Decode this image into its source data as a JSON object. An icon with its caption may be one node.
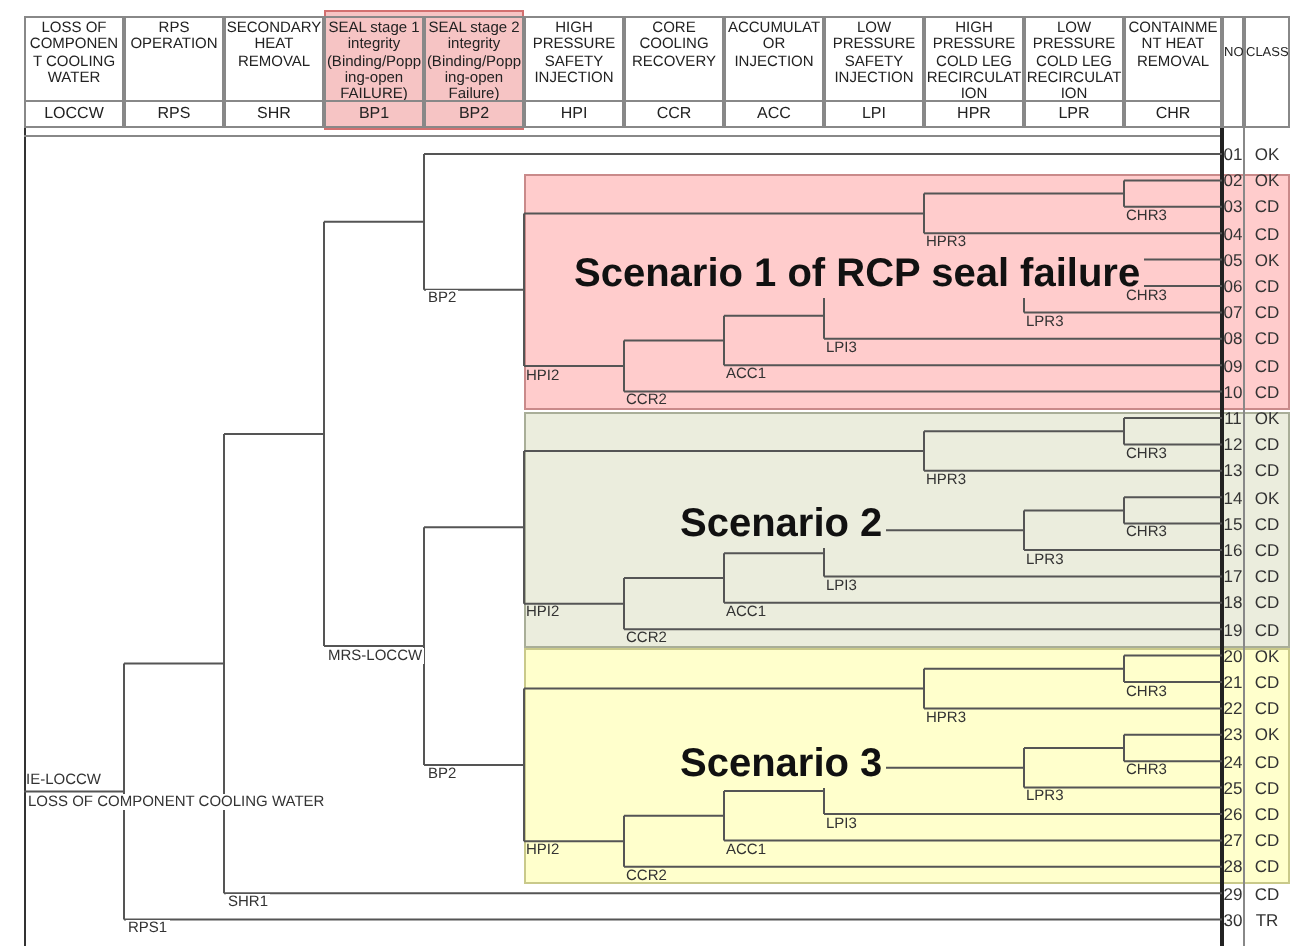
{
  "diagram": {
    "nodes": [
      {
        "text": [
          "Scenario 1 of RCP seal failure"
        ]
      },
      {
        "text": [
          "Scenario 2"
        ]
      },
      {
        "text": [
          "Scenario 3"
        ]
      }
    ],
    "labels": [
      "LOSS OF COMPONENT COOLING WATER",
      "RPS OPERATION",
      "SECONDARY HEAT REMOVAL",
      "SEAL stage 1 integrity (Binding/Popping-open FAILURE)",
      "SEAL stage 2 integrity (Binding/Popping-open Failure)",
      "HIGH PRESSURE SAFETY INJECTION",
      "CORE COOLING RECOVERY",
      "ACCUMULATOR INJECTION",
      "LOW PRESSURE SAFETY INJECTION",
      "HIGH PRESSURE COLD LEG RECIRCULATION",
      "LOW PRESSURE COLD LEG RECIRCULATION",
      "CONTAINMENT HEAT REMOVAL",
      "NO",
      "CLASS",
      "LOCCW",
      "RPS",
      "SHR",
      "BP1",
      "BP2",
      "HPI",
      "CCR",
      "ACC",
      "LPI",
      "HPR",
      "LPR",
      "CHR",
      "IE-LOCCW",
      "LOSS OF COMPONENT COOLING WATER",
      "RPS1",
      "SHR1",
      "MRS-LOCCW",
      "BP2",
      "HPI2",
      "HPR3",
      "CHR3",
      "CCR2",
      "ACC1",
      "LPI3",
      "LPR3",
      "CHR3",
      "BP2",
      "HPI2",
      "HPR3",
      "CHR3",
      "CCR2",
      "ACC1",
      "LPI3",
      "LPR3",
      "CHR3",
      "HPI2",
      "HPR3",
      "CHR3",
      "CCR2",
      "ACC1",
      "LPI3",
      "LPR3",
      "CHR3",
      "01",
      "OK",
      "02",
      "OK",
      "03",
      "CD",
      "04",
      "CD",
      "05",
      "OK",
      "06",
      "CD",
      "07",
      "CD",
      "08",
      "CD",
      "09",
      "CD",
      "10",
      "CD",
      "11",
      "OK",
      "12",
      "CD",
      "13",
      "CD",
      "14",
      "OK",
      "15",
      "CD",
      "16",
      "CD",
      "17",
      "CD",
      "18",
      "CD",
      "19",
      "CD",
      "20",
      "OK",
      "21",
      "CD",
      "22",
      "CD",
      "23",
      "OK",
      "24",
      "CD",
      "25",
      "CD",
      "26",
      "CD",
      "27",
      "CD",
      "28",
      "CD",
      "29",
      "CD",
      "30",
      "TR"
    ]
  }
}
